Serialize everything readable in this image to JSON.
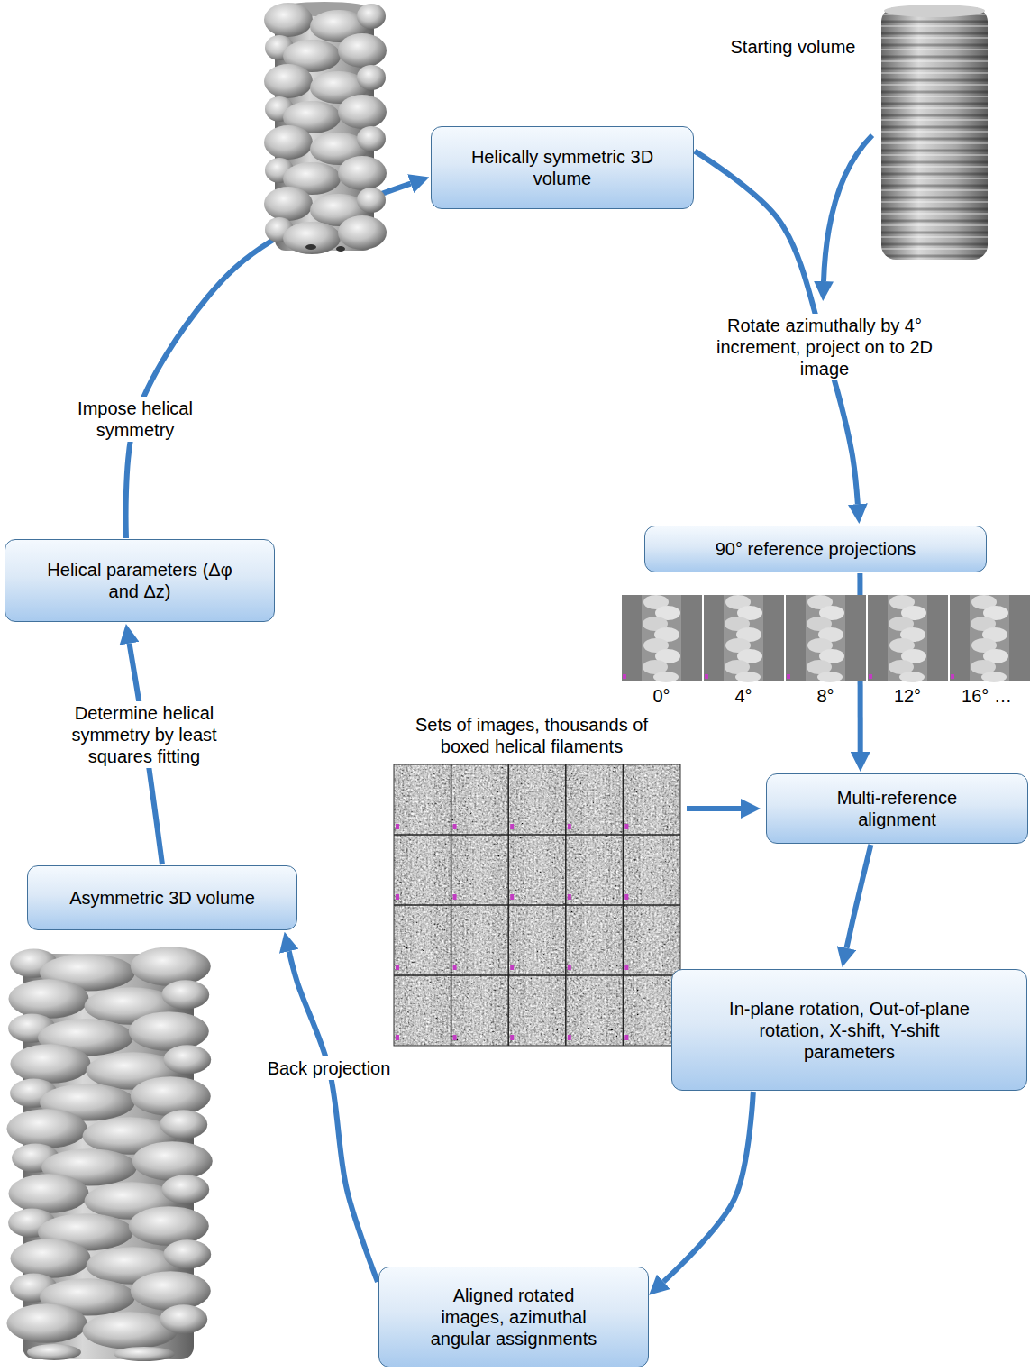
{
  "diagram": {
    "nodes": [
      {
        "text": [
          "Helically symmetric 3D volume"
        ]
      },
      {
        "text": [
          "90° reference projections"
        ]
      },
      {
        "text": [
          "Multi-reference alignment"
        ]
      },
      {
        "text": [
          "In-plane rotation, Out-of-plane rotation, X-shift, Y-shift parameters"
        ]
      },
      {
        "text": [
          "Aligned rotated images, azimuthal angular assignments"
        ]
      },
      {
        "text": [
          "Asymmetric 3D volume"
        ]
      },
      {
        "text": [
          "Helical parameters (Δφ and Δz)"
        ]
      }
    ],
    "edges": [
      {
        "from": 0,
        "to": 1,
        "arrow": "to",
        "label": "Rotate azimuthally by 4° increment, project on to 2D image"
      },
      {
        "from": 1,
        "to": 2,
        "arrow": "to"
      },
      {
        "from": 2,
        "to": 3,
        "arrow": "to"
      },
      {
        "from": 3,
        "to": 4,
        "arrow": "to"
      },
      {
        "from": 4,
        "to": 5,
        "arrow": "to",
        "label": "Back projection"
      },
      {
        "from": 5,
        "to": 6,
        "arrow": "to",
        "label": "Determine helical symmetry by least squares fitting"
      },
      {
        "from": 6,
        "to": 0,
        "arrow": "to",
        "label": "Impose helical symmetry"
      }
    ],
    "labels": [
      "Starting volume",
      "0°",
      "4°",
      "8°",
      "12°",
      "16° …",
      "Sets of images, thousands of boxed helical filaments"
    ]
  }
}
